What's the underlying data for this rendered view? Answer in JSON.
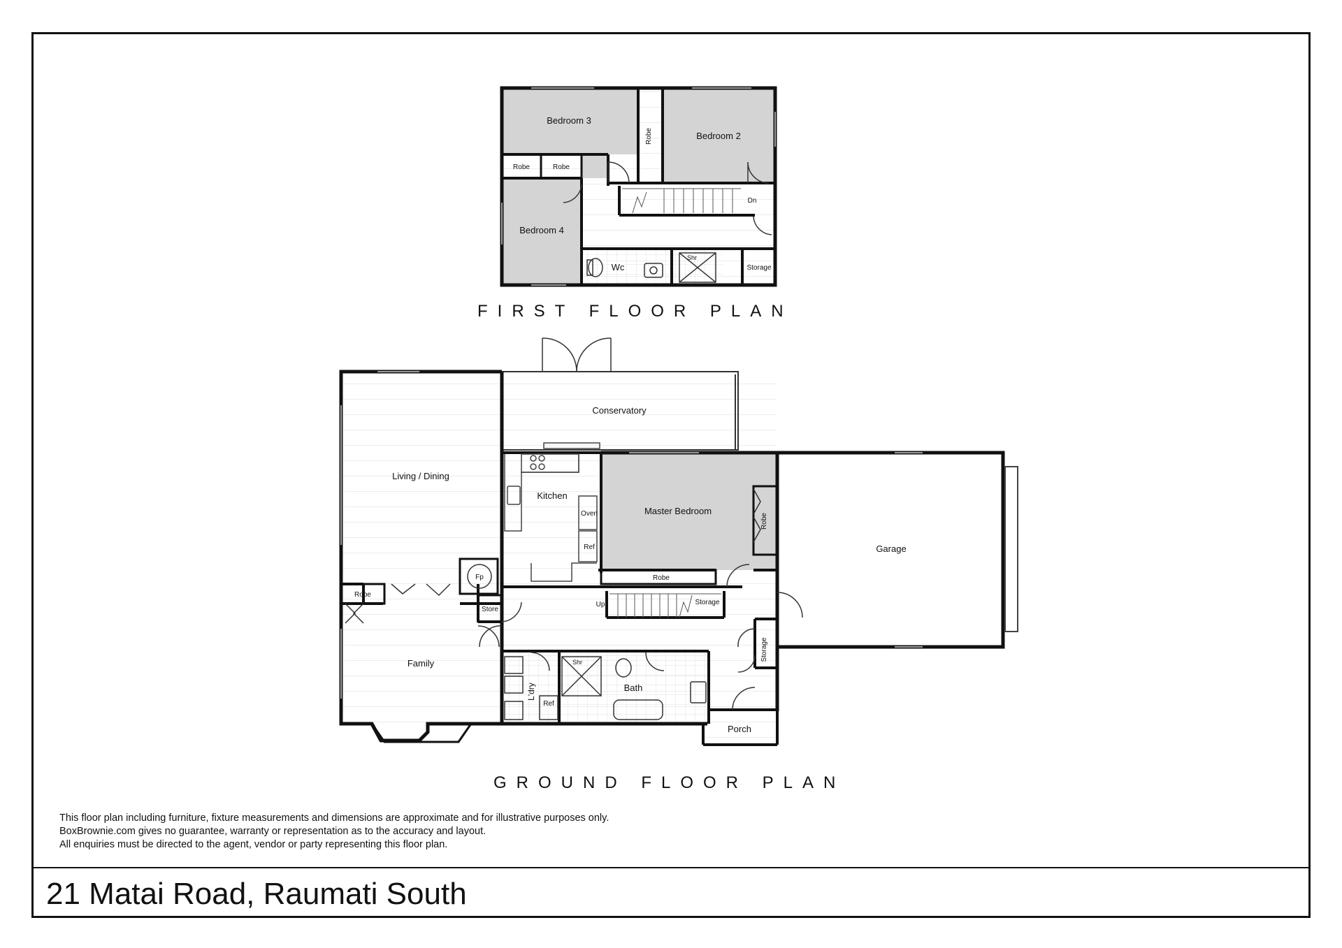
{
  "floor_plan": {
    "first_floor": {
      "title": "FIRST FLOOR PLAN",
      "rooms": {
        "bedroom3": "Bedroom 3",
        "bedroom2": "Bedroom 2",
        "robe_vertical": "Robe",
        "robe_left": "Robe",
        "robe_right": "Robe",
        "bedroom4": "Bedroom 4",
        "wc": "Wc",
        "shower": "Shr",
        "storage": "Storage",
        "stairs_down": "Dn"
      }
    },
    "ground_floor": {
      "title": "GROUND FLOOR PLAN",
      "rooms": {
        "conservatory": "Conservatory",
        "living_dining": "Living / Dining",
        "kitchen": "Kitchen",
        "oven": "Oven",
        "ref_kitchen": "Ref",
        "master_bedroom": "Master Bedroom",
        "robe_master_side": "Robe",
        "robe_master_bottom": "Robe",
        "garage": "Garage",
        "fireplace": "Fp",
        "robe_family": "Robe",
        "store": "Store",
        "stairs_up": "Up",
        "storage_stairs": "Storage",
        "storage_hall": "Storage",
        "family": "Family",
        "laundry": "L'dry",
        "ref_laundry": "Ref",
        "shower": "Shr",
        "bath": "Bath",
        "porch": "Porch"
      }
    },
    "disclaimer": [
      "This floor plan including furniture, fixture measurements and dimensions are approximate and for illustrative purposes only.",
      "BoxBrownie.com gives no guarantee, warranty or representation as to the accuracy and layout.",
      "All enquiries must be directed to the agent, vendor or party representing this floor plan."
    ],
    "address": "21 Matai Road, Raumati South",
    "colors": {
      "wall": "#111111",
      "bedroom_fill": "#d4d4d4",
      "floor_fill": "#ffffff"
    }
  }
}
